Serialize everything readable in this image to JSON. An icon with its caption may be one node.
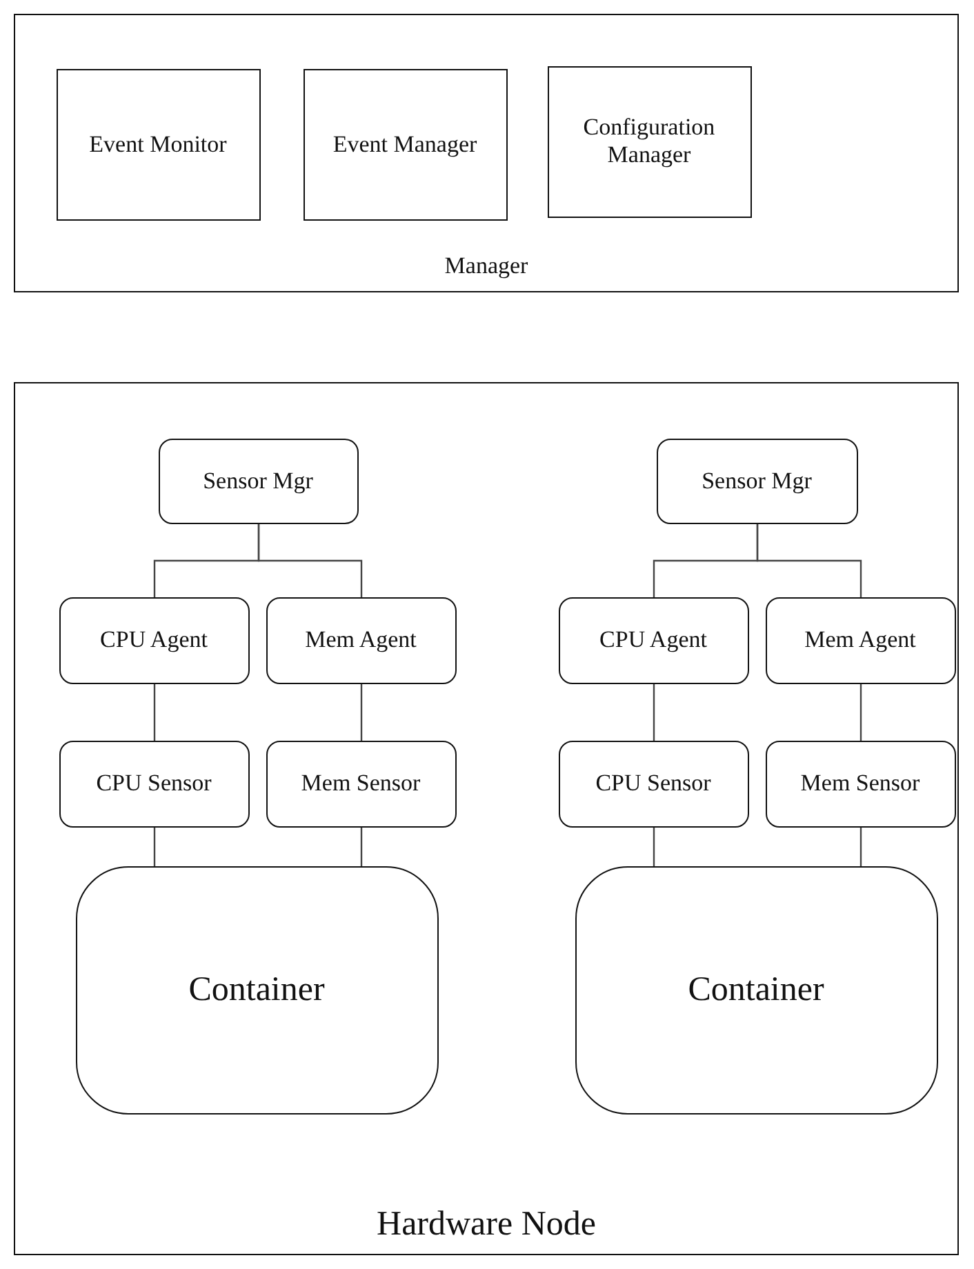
{
  "diagram": {
    "nodes": [
      {
        "text": [
          "Manager"
        ]
      },
      {
        "text": [
          "Event Monitor"
        ],
        "in": 0
      },
      {
        "text": [
          "Event Manager"
        ],
        "in": 0
      },
      {
        "text": [
          "Configuration Manager"
        ],
        "in": 0
      },
      {
        "text": [
          "Hardware Node"
        ]
      },
      {
        "text": [
          "Sensor Mgr"
        ],
        "in": 4
      },
      {
        "text": [
          "Sensor Mgr"
        ],
        "in": 4
      },
      {
        "text": [
          "CPU Agent"
        ],
        "in": 4
      },
      {
        "text": [
          "Mem Agent"
        ],
        "in": 4
      },
      {
        "text": [
          "CPU Agent"
        ],
        "in": 4
      },
      {
        "text": [
          "Mem Agent"
        ],
        "in": 4
      },
      {
        "text": [
          "CPU Sensor"
        ],
        "in": 4
      },
      {
        "text": [
          "Mem Sensor"
        ],
        "in": 4
      },
      {
        "text": [
          "CPU Sensor"
        ],
        "in": 4
      },
      {
        "text": [
          "Mem Sensor"
        ],
        "in": 4
      },
      {
        "text": [
          "Container"
        ],
        "in": 4
      },
      {
        "text": [
          "Container"
        ],
        "in": 4
      }
    ],
    "edges": [
      {
        "from": 5,
        "to": 7,
        "arrow": "none"
      },
      {
        "from": 5,
        "to": 8,
        "arrow": "none"
      },
      {
        "from": 6,
        "to": 9,
        "arrow": "none"
      },
      {
        "from": 6,
        "to": 10,
        "arrow": "none"
      },
      {
        "from": 7,
        "to": 11,
        "arrow": "none"
      },
      {
        "from": 8,
        "to": 12,
        "arrow": "none"
      },
      {
        "from": 9,
        "to": 13,
        "arrow": "none"
      },
      {
        "from": 10,
        "to": 14,
        "arrow": "none"
      },
      {
        "from": 11,
        "to": 15,
        "arrow": "none"
      },
      {
        "from": 12,
        "to": 15,
        "arrow": "none"
      },
      {
        "from": 13,
        "to": 16,
        "arrow": "none"
      },
      {
        "from": 14,
        "to": 16,
        "arrow": "none"
      }
    ]
  }
}
